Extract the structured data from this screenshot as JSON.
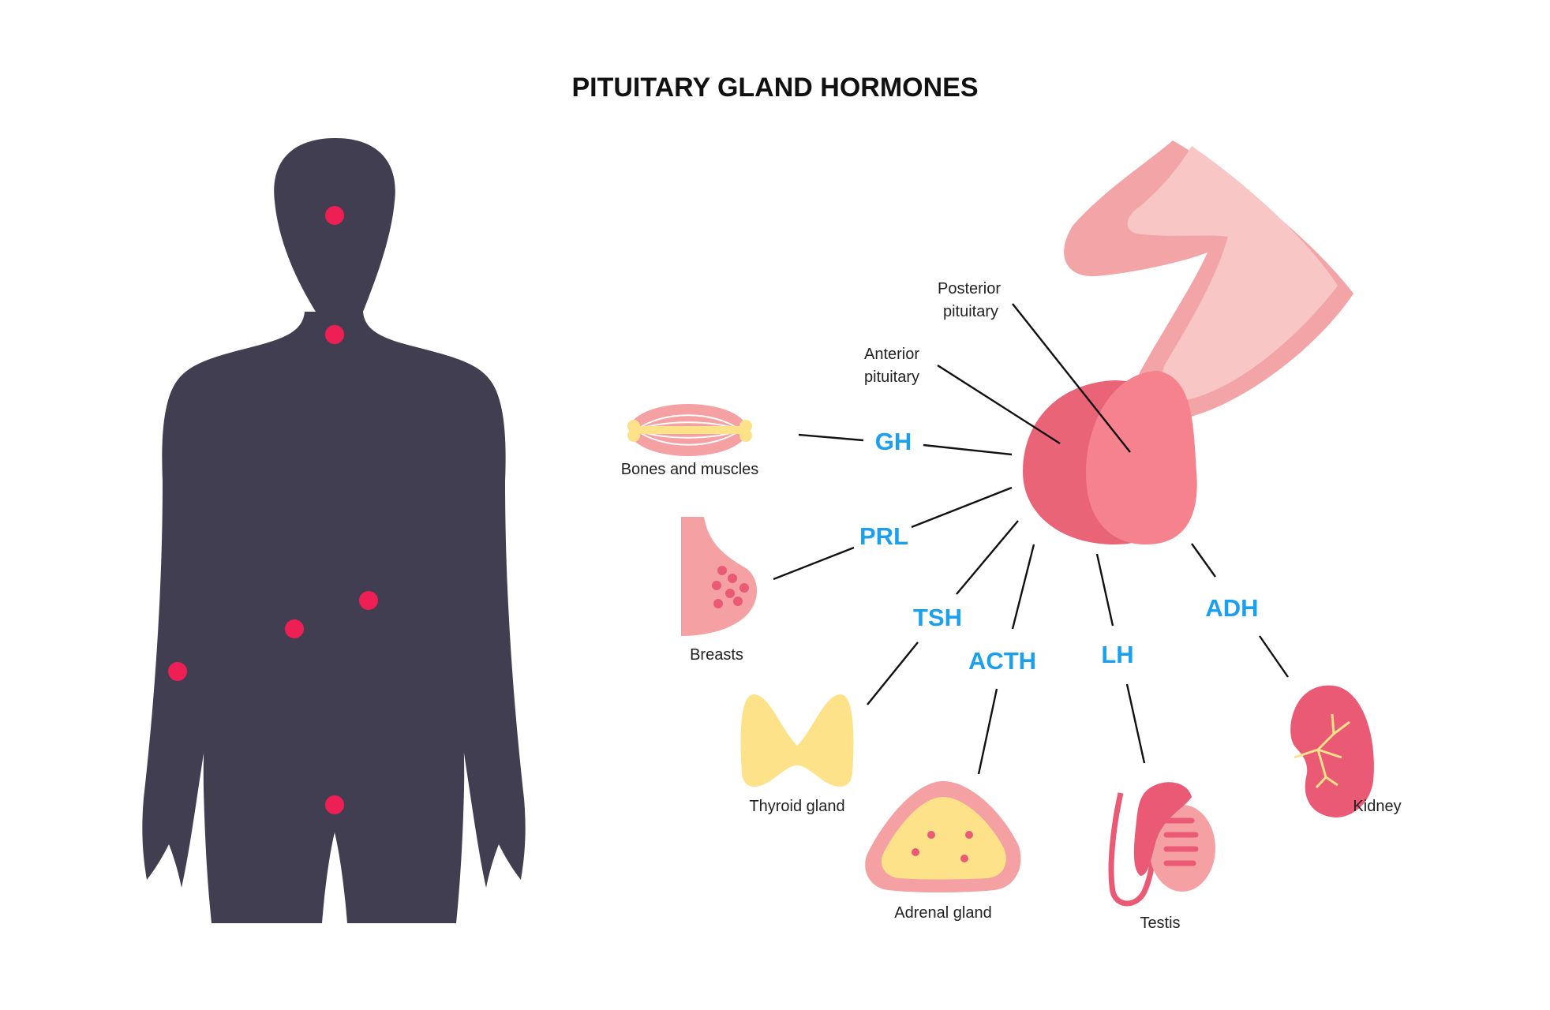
{
  "title": "PITUITARY GLAND HORMONES",
  "colors": {
    "hormone": "#1aa0ee",
    "silhouette": "#403e50",
    "hotspot": "#ee1f55",
    "anterior": "#ea6478",
    "posterior": "#f5828c",
    "stalk_light": "#f9c6c6",
    "stalk_dark": "#f3a4a6",
    "bone": "#fde28a",
    "thyroid": "#fde28a",
    "organ_pink": "#f5a1a4",
    "organ_red": "#ea5a75"
  },
  "gland": {
    "posterior_label_line1": "Posterior",
    "posterior_label_line2": "pituitary",
    "anterior_label_line1": "Anterior",
    "anterior_label_line2": "pituitary"
  },
  "hormones": [
    {
      "key": "gh",
      "label": "GH"
    },
    {
      "key": "prl",
      "label": "PRL"
    },
    {
      "key": "tsh",
      "label": "TSH"
    },
    {
      "key": "acth",
      "label": "ACTH"
    },
    {
      "key": "lh",
      "label": "LH"
    },
    {
      "key": "adh",
      "label": "ADH"
    }
  ],
  "targets": [
    {
      "key": "bones",
      "label": "Bones and muscles"
    },
    {
      "key": "breasts",
      "label": "Breasts"
    },
    {
      "key": "thyroid",
      "label": "Thyroid gland"
    },
    {
      "key": "adrenal",
      "label": "Adrenal gland"
    },
    {
      "key": "testis",
      "label": "Testis"
    },
    {
      "key": "kidney",
      "label": "Kidney"
    }
  ]
}
